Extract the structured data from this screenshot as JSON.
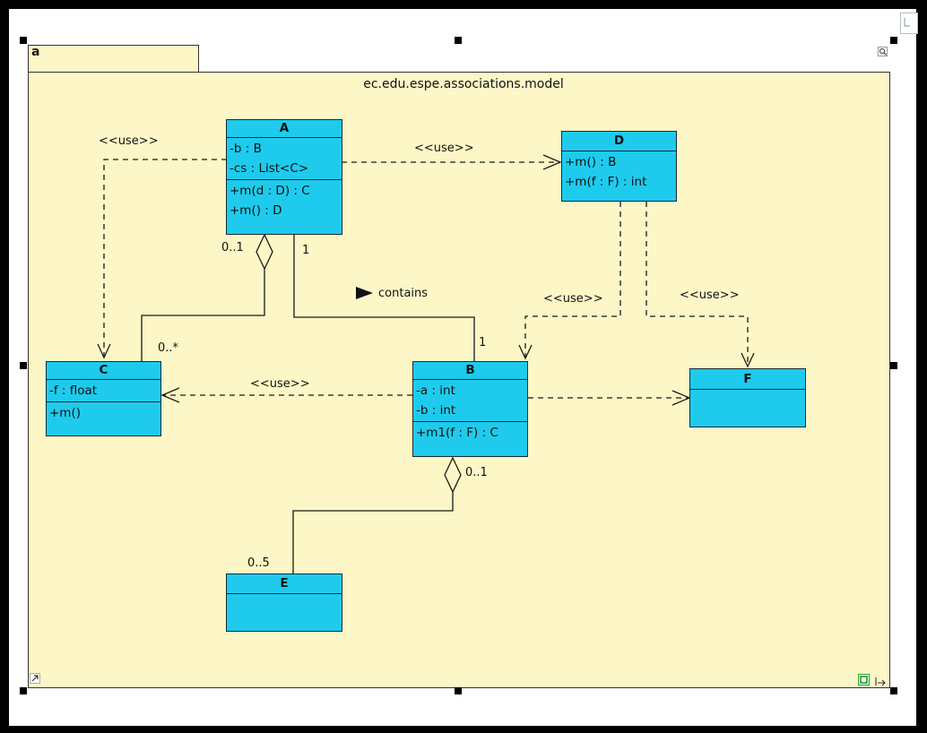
{
  "package": {
    "tab_label": "a",
    "name": "ec.edu.espe.associations.model"
  },
  "classes": {
    "A": {
      "name": "A",
      "attributes": [
        "-b : B",
        "-cs : List<C>"
      ],
      "operations": [
        "+m(d : D) : C",
        "+m() : D"
      ]
    },
    "D": {
      "name": "D",
      "operations": [
        "+m() : B",
        "+m(f : F) : int"
      ]
    },
    "C": {
      "name": "C",
      "attributes": [
        "-f : float"
      ],
      "operations": [
        "+m()"
      ]
    },
    "B": {
      "name": "B",
      "attributes": [
        "-a : int",
        "-b : int"
      ],
      "operations": [
        "+m1(f : F) : C"
      ]
    },
    "F": {
      "name": "F"
    },
    "E": {
      "name": "E"
    }
  },
  "relations": {
    "use_label": "<<use>>",
    "contains_label": "contains",
    "mult_A_C": "0..1",
    "mult_A_B": "1",
    "mult_C": "0..*",
    "mult_B": "1",
    "mult_B_E": "0..1",
    "mult_E": "0..5"
  },
  "colors": {
    "class_fill": "#1ecbed",
    "package_fill": "#fdf7c7"
  }
}
